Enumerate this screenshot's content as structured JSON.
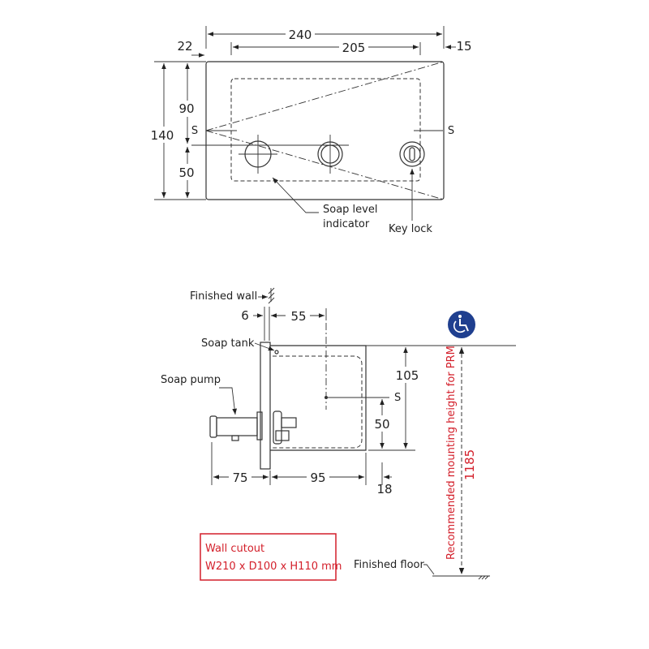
{
  "top_view": {
    "dim_width_total": "240",
    "dim_width_inner": "205",
    "dim_left_offset": "22",
    "dim_right_offset": "15",
    "dim_height_total": "140",
    "dim_height_upper": "90",
    "dim_height_lower": "50",
    "symbol_left": "S",
    "symbol_right": "S",
    "label_soap_level_line1": "Soap level",
    "label_soap_level_line2": "indicator",
    "label_key_lock": "Key lock"
  },
  "side_view": {
    "label_finished_wall": "Finished wall",
    "label_soap_tank": "Soap tank",
    "label_soap_pump": "Soap pump",
    "label_finished_floor": "Finished floor",
    "dim_wall_thickness": "6",
    "dim_axis_offset": "55",
    "dim_height_105": "105",
    "dim_height_50": "50",
    "dim_front_75": "75",
    "dim_depth_95": "95",
    "dim_bottom_18": "18",
    "symbol_s": "S",
    "mounting_height": "1185",
    "mounting_label": "Recommended mounting height for PRM"
  },
  "wall_cutout": {
    "title": "Wall cutout",
    "dimensions": "W210 x D100 x H110 mm"
  },
  "colors": {
    "accent_red": "#d31f2a",
    "accessibility_blue": "#1f3f8f",
    "line": "#333333"
  },
  "icons": {
    "accessibility": "wheelchair-icon"
  }
}
